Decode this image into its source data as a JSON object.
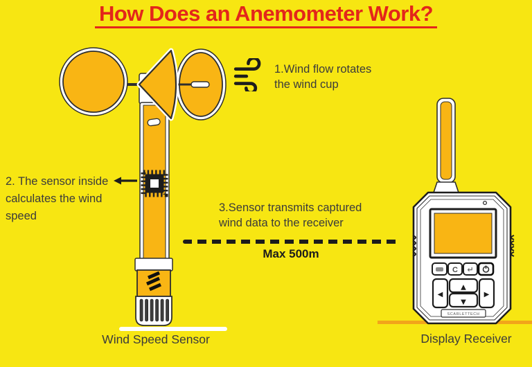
{
  "title": {
    "text": "How Does an Anemometer Work?"
  },
  "colors": {
    "bg": "#F7E612",
    "amber": "#F9B514",
    "ink": "#2E2E2E",
    "red": "#E3261B",
    "text": "#3B3B3B",
    "orange-line": "#F2A51A"
  },
  "steps": {
    "step1": {
      "icon": "wind-icon",
      "line1": "1.Wind flow rotates",
      "line2": "the wind cup"
    },
    "step2": {
      "icon": "left-arrow-icon",
      "line1": "2. The sensor inside",
      "line2": "calculates the  wind",
      "line3": "speed"
    },
    "step3": {
      "line1": "3.Sensor transmits captured",
      "line2": "wind data to the receiver",
      "distance_label": "Max 500m"
    }
  },
  "sensor": {
    "label": "Wind Speed Sensor",
    "chip_icon": "chip-icon",
    "brand_mark": "lightning-logo-icon"
  },
  "receiver": {
    "label": "Display Receiver",
    "brand": "SCARLETTECH",
    "buttons": {
      "menu": "menu-icon",
      "clear": "C",
      "enter": "↵",
      "power": "power-icon",
      "up": "▲",
      "down": "▼",
      "left": "◀",
      "right": "▶"
    }
  }
}
